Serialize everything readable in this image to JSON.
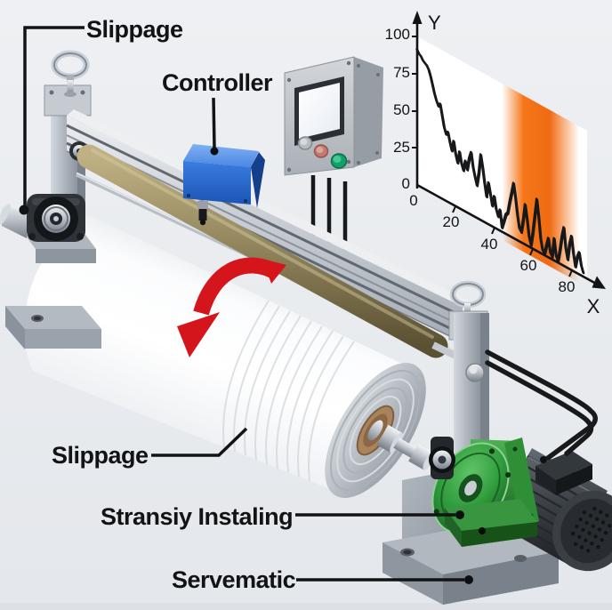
{
  "labels": {
    "slippage_top": "Slippage",
    "controller": "Controller",
    "slippage_bottom": "Slippage",
    "transition": "Stransiy Instaling",
    "servo": "Servematic"
  },
  "colors": {
    "background": "#e9ebee",
    "label_text": "#121315",
    "arrow_red": "#d4161c",
    "controller_blue": "#2a6fd6",
    "gearbox_green": "#2f9c3c",
    "highlight_orange": "#f5700e",
    "chart_line": "#17181a",
    "button_green": "#12a06a",
    "button_red": "#c5786e"
  },
  "chart_data": {
    "type": "line",
    "title": "",
    "xlabel": "X",
    "ylabel": "Y",
    "x_ticks": [
      0,
      20,
      40,
      60,
      80
    ],
    "y_ticks": [
      0,
      25,
      50,
      75,
      100
    ],
    "xlim": [
      0,
      88
    ],
    "ylim": [
      0,
      100
    ],
    "grid": false,
    "legend": "none",
    "highlight_band": {
      "x_start": 44,
      "x_end": 84,
      "color": "#f5700e"
    },
    "x_start": 0,
    "x_step": 1,
    "values": [
      91,
      89,
      88,
      86,
      85,
      84,
      82,
      78,
      73,
      68,
      64,
      61,
      63,
      56,
      49,
      45,
      47,
      41,
      36,
      43,
      35,
      30,
      38,
      31,
      27,
      34,
      29,
      37,
      42,
      33,
      27,
      22,
      31,
      44,
      36,
      26,
      18,
      28,
      21,
      14,
      21,
      13,
      9,
      14,
      3,
      8,
      13,
      15,
      23,
      30,
      37,
      28,
      17,
      9,
      7,
      16,
      27,
      18,
      7,
      2,
      11,
      23,
      35,
      24,
      10,
      3,
      1,
      7,
      13,
      4,
      2,
      15,
      4,
      1,
      9,
      19,
      26,
      13,
      6,
      17,
      23,
      12,
      4,
      11,
      15,
      7,
      3
    ]
  }
}
